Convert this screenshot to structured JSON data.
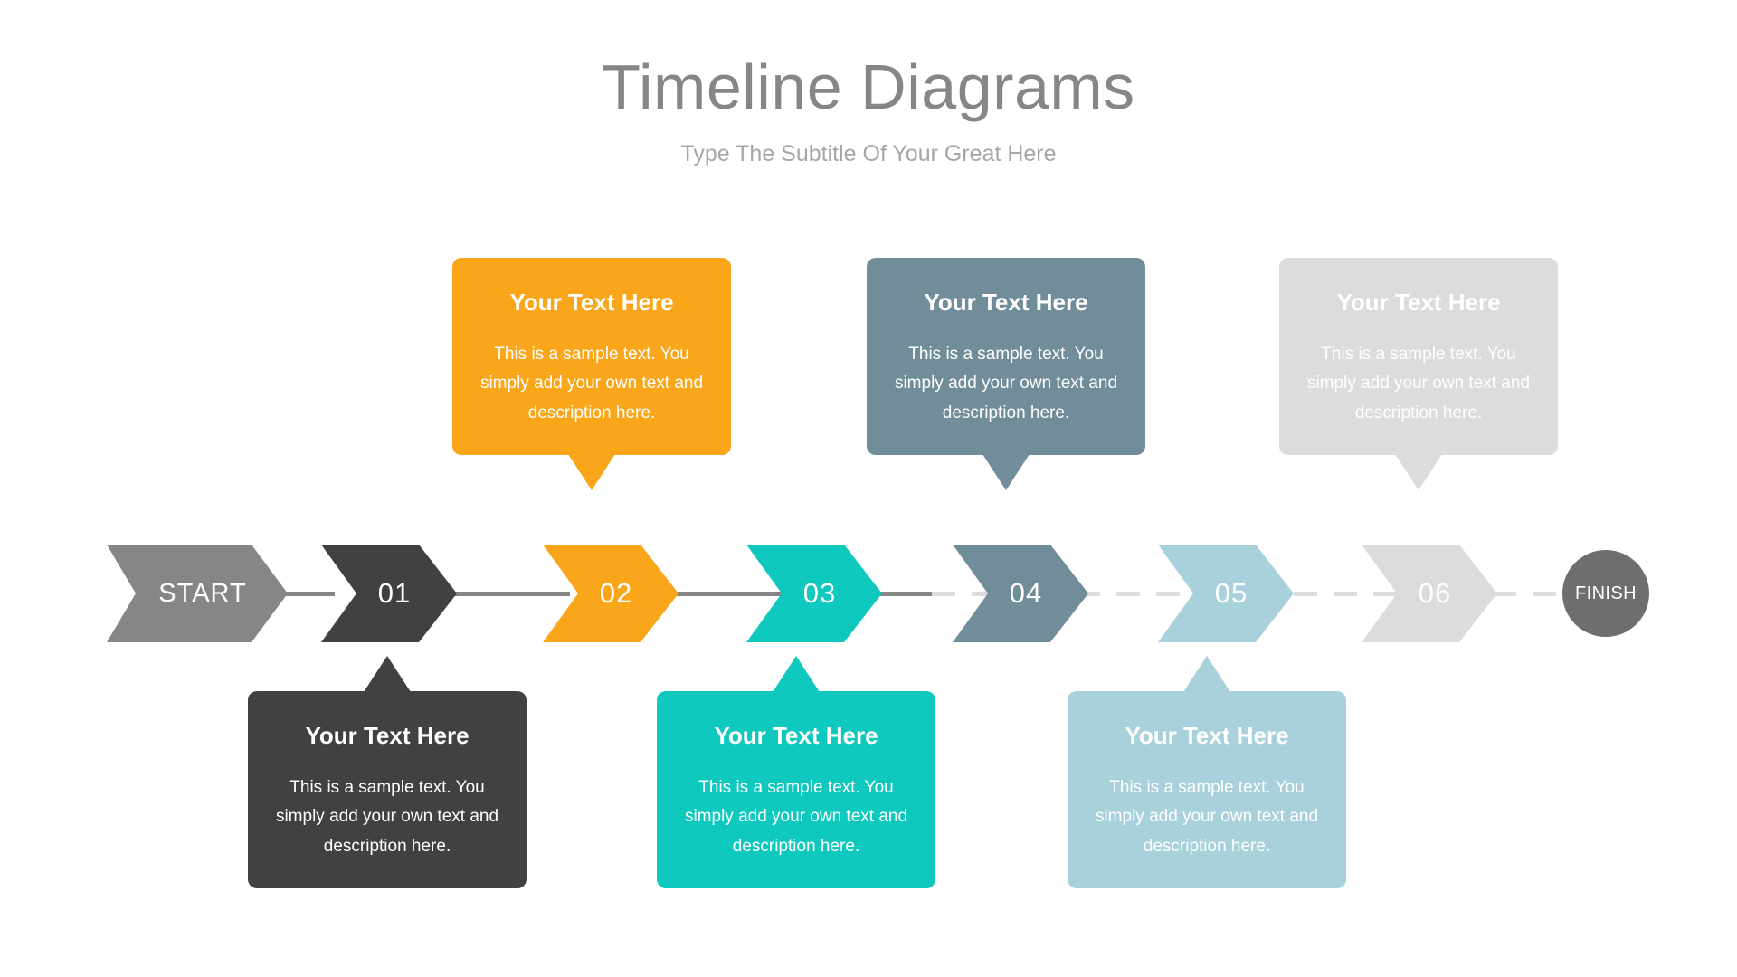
{
  "header": {
    "title": "Timeline Diagrams",
    "subtitle": "Type The Subtitle Of Your Great Here",
    "title_color": "#868686",
    "subtitle_color": "#a6a6a6"
  },
  "timeline": {
    "start_label": "START",
    "finish_label": "FINISH",
    "start_color": "#868686",
    "finish_color": "#6e6e6e",
    "connector_solid_color": "#868686",
    "connector_dashed_color": "#dcdcdc",
    "steps": [
      {
        "number": "01",
        "color": "#414042",
        "position": "bottom"
      },
      {
        "number": "02",
        "color": "#f9a61a",
        "position": "top"
      },
      {
        "number": "03",
        "color": "#0fc8be",
        "position": "bottom"
      },
      {
        "number": "04",
        "color": "#718d99",
        "position": "top"
      },
      {
        "number": "05",
        "color": "#a9d1db",
        "position": "bottom"
      },
      {
        "number": "06",
        "color": "#dcdcdc",
        "position": "top"
      }
    ]
  },
  "cards": [
    {
      "id": "card-01",
      "title": "Your Text Here",
      "body": "This is a sample text. You simply add your own text and description here.",
      "color": "#414042",
      "position": "bottom"
    },
    {
      "id": "card-02",
      "title": "Your Text Here",
      "body": "This is a sample text. You simply add your own text and description here.",
      "color": "#f9a61a",
      "position": "top"
    },
    {
      "id": "card-03",
      "title": "Your Text Here",
      "body": "This is a sample text. You simply add your own text and description here.",
      "color": "#0fc8be",
      "position": "bottom"
    },
    {
      "id": "card-04",
      "title": "Your Text Here",
      "body": "This is a sample text. You simply add your own text and description here.",
      "color": "#718d99",
      "position": "top"
    },
    {
      "id": "card-05",
      "title": "Your Text Here",
      "body": "This is a sample text. You simply add your own text and description here.",
      "color": "#a9d1db",
      "position": "bottom"
    },
    {
      "id": "card-06",
      "title": "Your Text Here",
      "body": "This is a sample text. You simply add your own text and description here.",
      "color": "#dcdcdc",
      "position": "top"
    }
  ]
}
